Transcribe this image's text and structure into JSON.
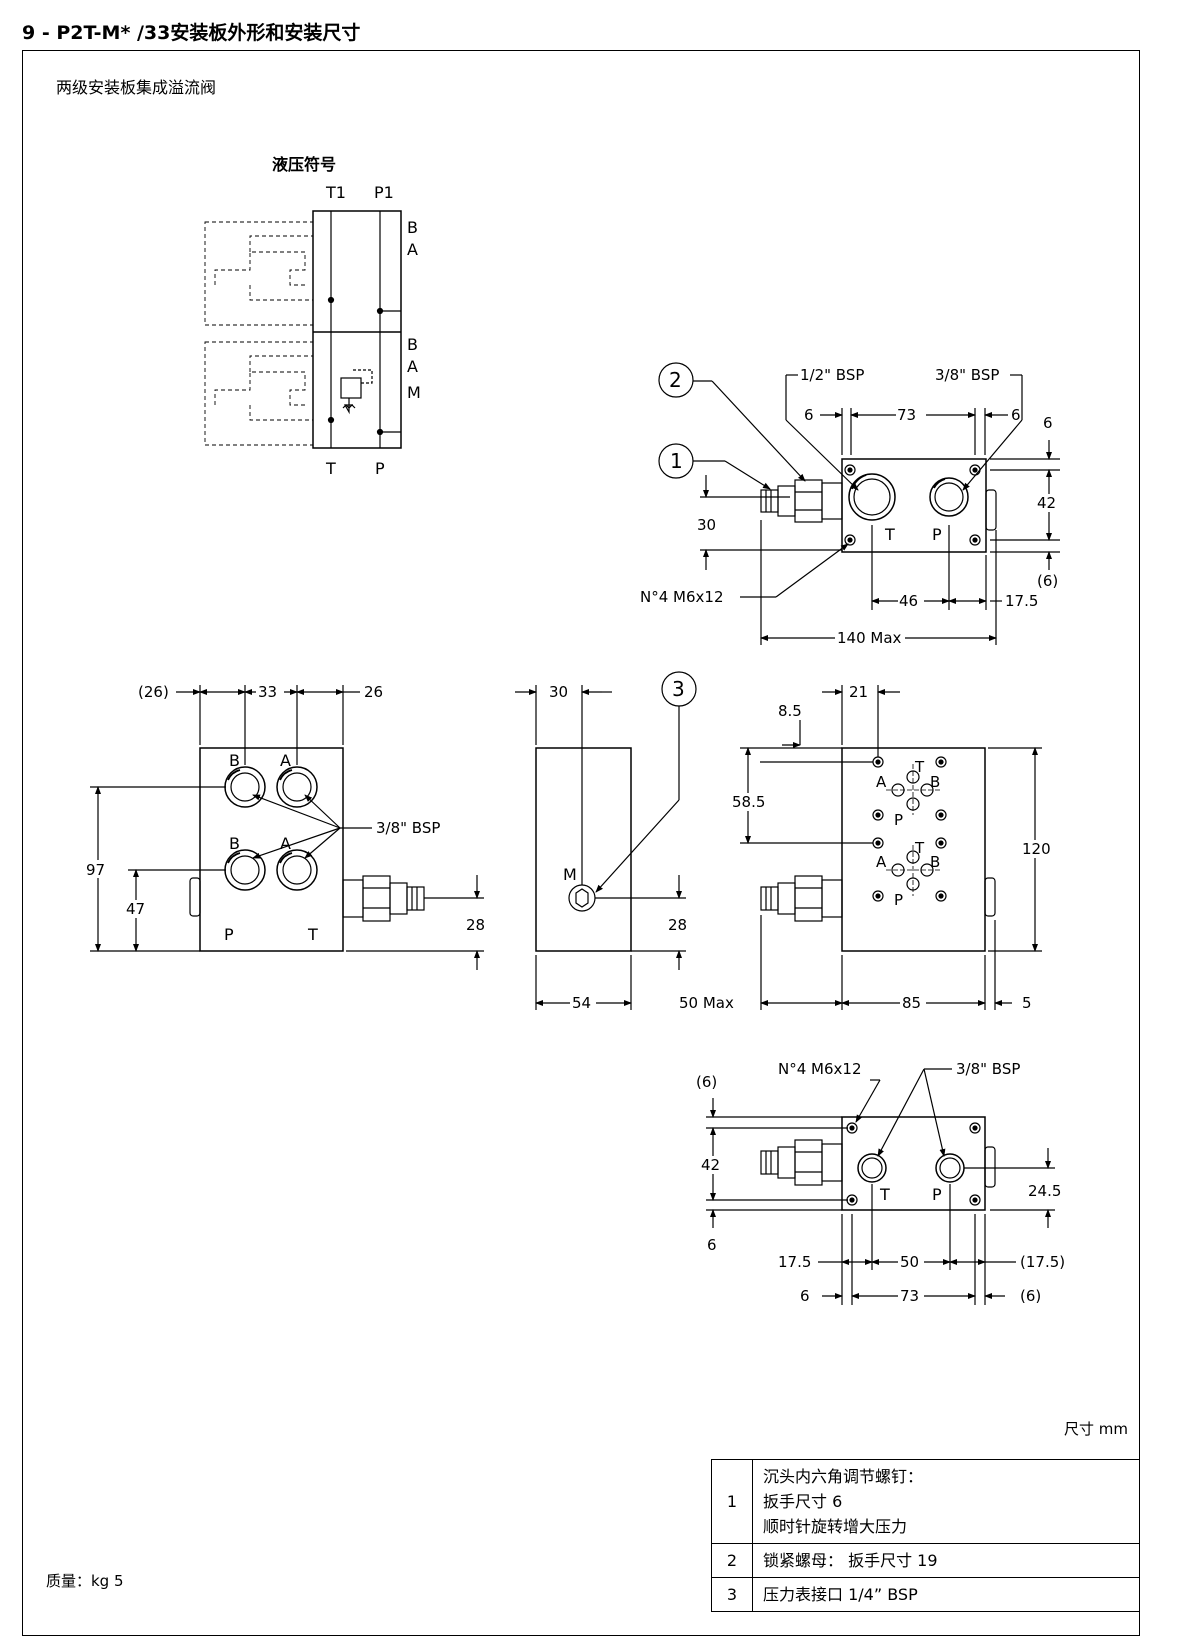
{
  "header": {
    "title": "9 - P2T-M* /33安装板外形和安装尺寸"
  },
  "subtitle": "两级安装板集成溢流阀",
  "symbol": {
    "title": "液压符号",
    "port_T1": "T1",
    "port_P1": "P1",
    "port_B_upper": "B",
    "port_A_upper": "A",
    "port_B_lower": "B",
    "port_A_lower": "A",
    "port_M": "M",
    "port_T": "T",
    "port_P": "P"
  },
  "top_view": {
    "callout_2": "2",
    "callout_1": "1",
    "thread_half": "1/2\" BSP",
    "thread_three_eighths": "3/8\" BSP",
    "dim_6_left": "6",
    "dim_73": "73",
    "dim_6_right": "6",
    "dim_6_vert": "6",
    "dim_42": "42",
    "dim_30": "30",
    "dim_6_paren": "(6)",
    "screws": "N°4 M6x12",
    "dim_46": "46",
    "dim_17_5": "17.5",
    "dim_140": "140 Max",
    "port_T": "T",
    "port_P": "P"
  },
  "front_view": {
    "dim_26_paren": "(26)",
    "dim_33": "33",
    "dim_26": "26",
    "thread": "3/8\" BSP",
    "dim_97": "97",
    "dim_47": "47",
    "dim_28": "28",
    "port_B1": "B",
    "port_A1": "A",
    "port_B2": "B",
    "port_A2": "A",
    "port_P": "P",
    "port_T": "T"
  },
  "side_view": {
    "dim_30": "30",
    "callout_3": "3",
    "port_M": "M",
    "dim_28": "28",
    "dim_54": "54"
  },
  "rear_view": {
    "dim_8_5": "8.5",
    "dim_21": "21",
    "dim_58_5": "58.5",
    "dim_120": "120",
    "dim_50_max": "50 Max",
    "dim_85": "85",
    "dim_5": "5",
    "port_T1": "T",
    "port_A1": "A",
    "port_B1": "B",
    "port_P1": "P",
    "port_T2": "T",
    "port_A2": "A",
    "port_B2": "B",
    "port_P2": "P"
  },
  "bottom_view": {
    "screws": "N°4 M6x12",
    "thread": "3/8\" BSP",
    "dim_6_paren": "(6)",
    "dim_42": "42",
    "dim_6": "6",
    "dim_24_5": "24.5",
    "dim_17_5": "17.5",
    "dim_50": "50",
    "dim_17_5_paren": "(17.5)",
    "dim_6_b": "6",
    "dim_73": "73",
    "dim_6_b_paren": "(6)",
    "port_T": "T",
    "port_P": "P"
  },
  "unit_label": "尺寸  mm",
  "legend": [
    {
      "num": "1",
      "lines": [
        "沉头内六角调节螺钉：",
        "扳手尺寸 6",
        "顺时针旋转增大压力"
      ]
    },
    {
      "num": "2",
      "lines": [
        "锁紧螺母：  扳手尺寸 19"
      ]
    },
    {
      "num": "3",
      "lines": [
        "压力表接口 1/4” BSP"
      ]
    }
  ],
  "mass": "质量：kg 5"
}
